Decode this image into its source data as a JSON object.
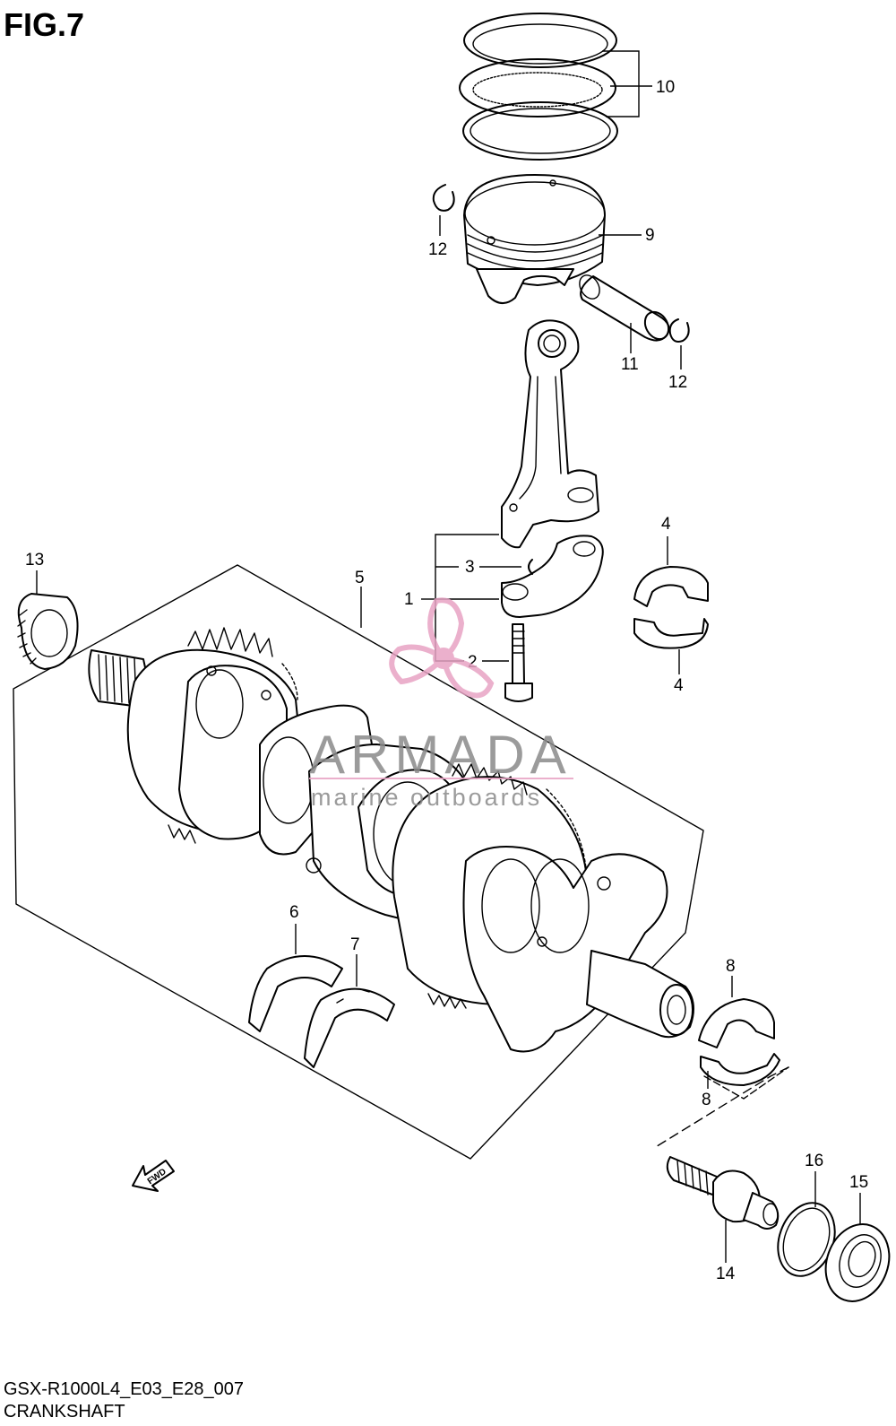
{
  "figure": {
    "title": "FIG.7",
    "code": "GSX-R1000L4_E03_E28_007",
    "caption": "CRANKSHAFT",
    "fwd_marker": "FWD"
  },
  "watermark": {
    "brand": "ARMADA",
    "tagline": "marine outboards",
    "color": "#e8a3c4",
    "text_color": "#8a8a8a"
  },
  "callouts": {
    "c1": "1",
    "c2": "2",
    "c3": "3",
    "c4a": "4",
    "c4b": "4",
    "c5": "5",
    "c6": "6",
    "c7": "7",
    "c8a": "8",
    "c8b": "8",
    "c9": "9",
    "c10": "10",
    "c11": "11",
    "c12a": "12",
    "c12b": "12",
    "c13": "13",
    "c14": "14",
    "c15": "15",
    "c16": "16"
  }
}
